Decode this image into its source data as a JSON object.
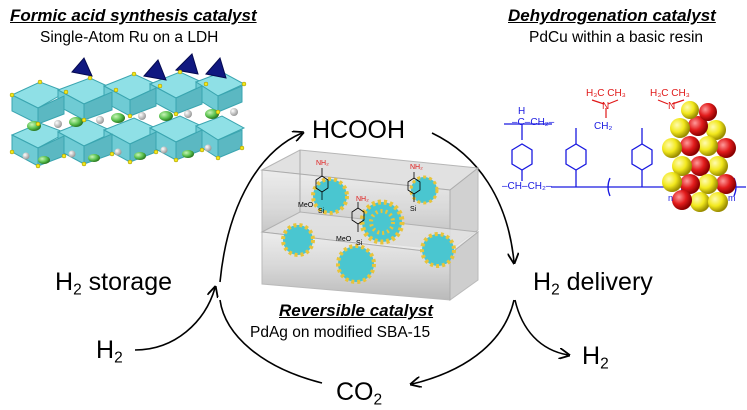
{
  "left_panel": {
    "title": "Formic acid synthesis catalyst",
    "subtitle": "Single-Atom Ru on a LDH"
  },
  "right_panel": {
    "title": "Dehydrogenation catalyst",
    "subtitle": "PdCu within a basic resin"
  },
  "center_panel": {
    "title": "Reversible catalyst",
    "subtitle": "PdAg on modified SBA-15"
  },
  "cycle": {
    "top": "HCOOH",
    "bottom_base": "CO",
    "bottom_sub": "2",
    "left_base": "H",
    "left_sub": "2",
    "left_label": " storage",
    "right_base": "H",
    "right_sub": "2",
    "right_label": " delivery",
    "h2_in_base": "H",
    "h2_in_sub": "2",
    "h2_out_base": "H",
    "h2_out_sub": "2"
  },
  "resin": {
    "h3c_ch3_left": "H₃C CH₃",
    "h3c_ch3_right": "H₃C CH₃",
    "n_left": "N",
    "n_right": "N",
    "ch2": "CH₂",
    "chain_left": "–CH–CH₂–",
    "h_top": "H",
    "c_top": "–C–CH₂–",
    "n_index": "n",
    "m_index": "m"
  },
  "grafting": {
    "nh2": "NH₂",
    "meo": "MeO",
    "si": "Si"
  },
  "colors": {
    "arrow": "#000000",
    "octa_face": "#8fe0e6",
    "octa_edge": "#3aa5b0",
    "dark_blue": "#101880",
    "green": "#5bc24f",
    "resin_blue": "#1a1ae0",
    "resin_red": "#e01818",
    "ball_red": "#e21b1b",
    "ball_yellow": "#f2e81c",
    "tube": "#bdbdbd",
    "np_cyan": "#4ac6d0",
    "np_yellow": "#e8c43a"
  }
}
